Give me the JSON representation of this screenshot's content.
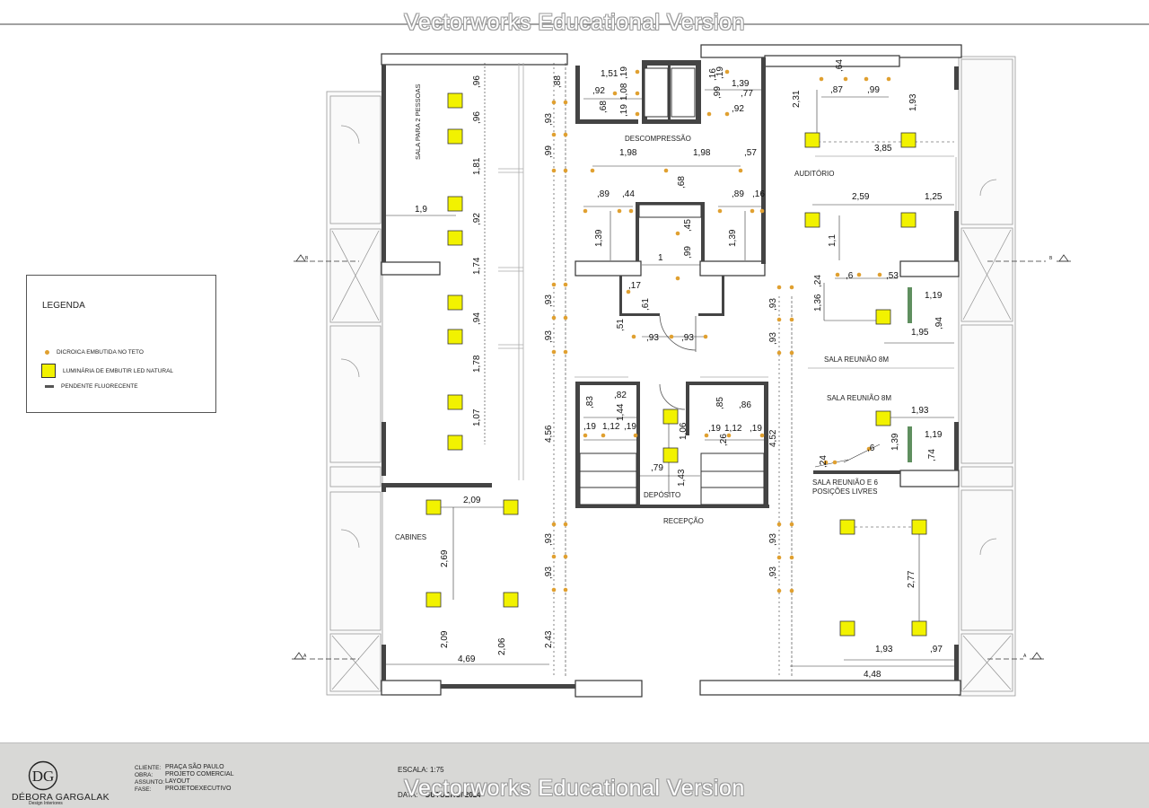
{
  "watermark": "Vectorworks Educational Version",
  "rooms": {
    "sala2": "SALA PARA 2 PESSOAS",
    "descompressao": "DESCOMPRESSÃO",
    "auditorio": "AUDITÓRIO",
    "sala_reuniao_1": "SALA REUNIÃO 8M",
    "sala_reuniao_2": "SALA REUNIÃO 8M",
    "sala_reuniao_6_a": "SALA REUNIÃO E 6",
    "sala_reuniao_6_b": "POSIÇÕES LIVRES",
    "cabines": "CABINES",
    "deposito": "DEPÓSITO",
    "recepcao": "RECEPÇÃO"
  },
  "section_marks": {
    "left_b": "B",
    "right_b": "B",
    "left_a": "A",
    "right_a": "A"
  },
  "dimensions": {
    "d1": ",96",
    "d2": ",96",
    "d3": "1,81",
    "d4": ",92",
    "d5": "1,74",
    "d6": ",94",
    "d7": "1,78",
    "d8": "1,07",
    "d9": "1,9",
    "d10": "2,09",
    "d11": "2,69",
    "d12": "2,09",
    "d13": "2,06",
    "d14": "4,69",
    "d15": ",88",
    "d16": ",93",
    "d17": ",99",
    "d18": "1,51",
    "d19": ",19",
    "d20": ",92",
    "d21": "1,08",
    "d22": ",68",
    "d23": ",19",
    "d24": ",19",
    "d25": ",99",
    "d26": "1,39",
    "d27": ",77",
    "d28": ",92",
    "d29": ",16",
    "d30": "1,98",
    "d31": "1,98",
    "d32": ",57",
    "d33": ",68",
    "d34": ",89",
    "d35": ",44",
    "d36": ",89",
    "d37": ",16",
    "d38": "1,39",
    "d39": "1,39",
    "d40": ",45",
    "d41": "1",
    "d42": ",99",
    "d43": ",17",
    "d44": ",61",
    "d45": ",51",
    "d46": ",93",
    "d47": ",93",
    "d48": ",93",
    "d49": ",93",
    "d50": ",93",
    "d51": ",93",
    "d52": "4,56",
    "d53": "4,52",
    "d54": ",93",
    "d55": ",93",
    "d56": ",93",
    "d57": ",93",
    "d58": "2,43",
    "d59": ",83",
    "d60": ",82",
    "d61": "1,44",
    "d62": ",19",
    "d63": "1,12",
    "d64": ",19",
    "d65": ",85",
    "d66": ",86",
    "d67": ",19",
    "d68": "1,12",
    "d69": ",19",
    "d70": ",26",
    "d71": "1,06",
    "d72": ",79",
    "d73": "1,43",
    "d74": "2,31",
    "d75": ",64",
    "d76": ",87",
    "d77": ",99",
    "d78": "1,93",
    "d79": "3,85",
    "d80": "2,59",
    "d81": "1,25",
    "d82": "1,1",
    "d83": ",24",
    "d84": ",6",
    "d85": ",53",
    "d86": "1,36",
    "d87": "1,19",
    "d88": ",94",
    "d89": "1,95",
    "d90": "1,93",
    "d91": "1,39",
    "d92": "1,19",
    "d93": ",6",
    "d94": ",74",
    "d95": ",24",
    "d96": "2,77",
    "d97": "1,93",
    "d98": ",97",
    "d99": "4,48"
  },
  "legend": {
    "title": "LEGENDA",
    "items": [
      {
        "label": "DICROICA EMBUTIDA NO TETO",
        "color": "#e0a030"
      },
      {
        "label": "LUMINÁRIA DE EMBUTIR LED NATURAL",
        "color": "#f2f200"
      },
      {
        "label": "PENDENTE FLUORECENTE",
        "color": "#555555"
      }
    ]
  },
  "footer": {
    "brand_name": "DÉBORA GARGALAK",
    "brand_sub": "Design Interiores",
    "brand_mark": "DG",
    "fields": [
      {
        "key": "CLIENTE:",
        "value": "PRAÇA SÃO PAULO"
      },
      {
        "key": "OBRA:",
        "value": "PROJETO COMERCIAL"
      },
      {
        "key": "ASSUNTO:",
        "value": "LAYOUT"
      },
      {
        "key": "FASE:",
        "value": "PROJETOEXECUTIVO"
      }
    ],
    "scale_label": "ESCALA: 1:75",
    "date_label": "DATA:",
    "date_value": "OUTUBRO/ 2024"
  }
}
